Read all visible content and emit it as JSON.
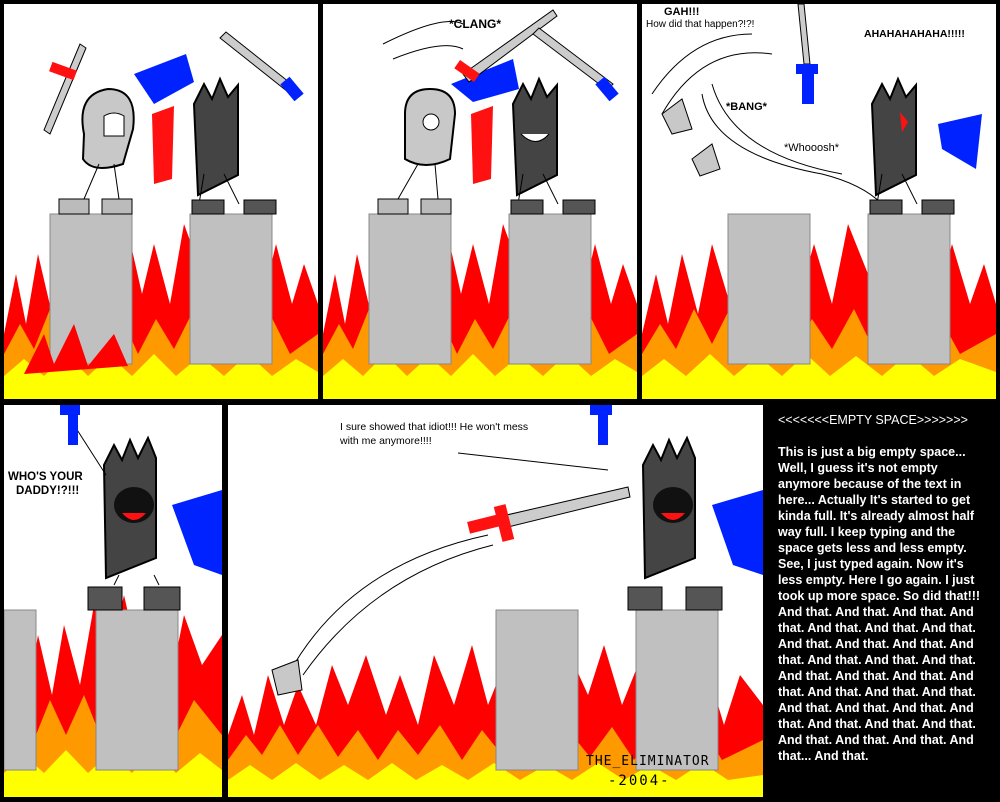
{
  "comic": {
    "panel2": {
      "sfx": "*CLANG*"
    },
    "panel3": {
      "gah": "GAH!!!",
      "question": "How did that happen?!?!",
      "laugh": "AHAHAHAHAHA!!!!!",
      "bang": "*BANG*",
      "whoosh": "*Whooosh*"
    },
    "panel4": {
      "shout_line1": "WHO'S YOUR",
      "shout_line2": "DADDY!?!!!"
    },
    "panel5": {
      "speech_line1": "I sure showed that idiot!!! He won't mess",
      "speech_line2": "with me anymore!!!!",
      "signature_line1": "THE_ELIMINATOR",
      "signature_line2": "-2004-"
    },
    "sidebar": {
      "heading": "<<<<<<<EMPTY SPACE>>>>>>>",
      "body": "This is just a big empty space... Well, I guess it's not empty anymore because of the text in here... Actually It's started to get kinda full. It's already almost half way full. I keep typing and the space gets less and less empty. See, I just typed again. Now it's less empty. Here I go again. I just took up more space. So did that!!! And that. And that. And that. And that. And that. And that. And that. And that. And that. And that. And that. And that. And that. And that. And that. And that. And that. And that. And that. And that. And that. And that. And that. And that. And that. And that. And that. And that. And that. And that. And that. And that... And that."
    }
  },
  "colors": {
    "fire_red": "#ff0000",
    "fire_orange": "#ff9900",
    "fire_yellow": "#ffff00",
    "pillar_gray": "#c0c0c0",
    "knight_dark": "#444444",
    "knight_light": "#c8c8c8",
    "hero_blue": "#0022ff",
    "hilt_red": "#ff1111"
  }
}
